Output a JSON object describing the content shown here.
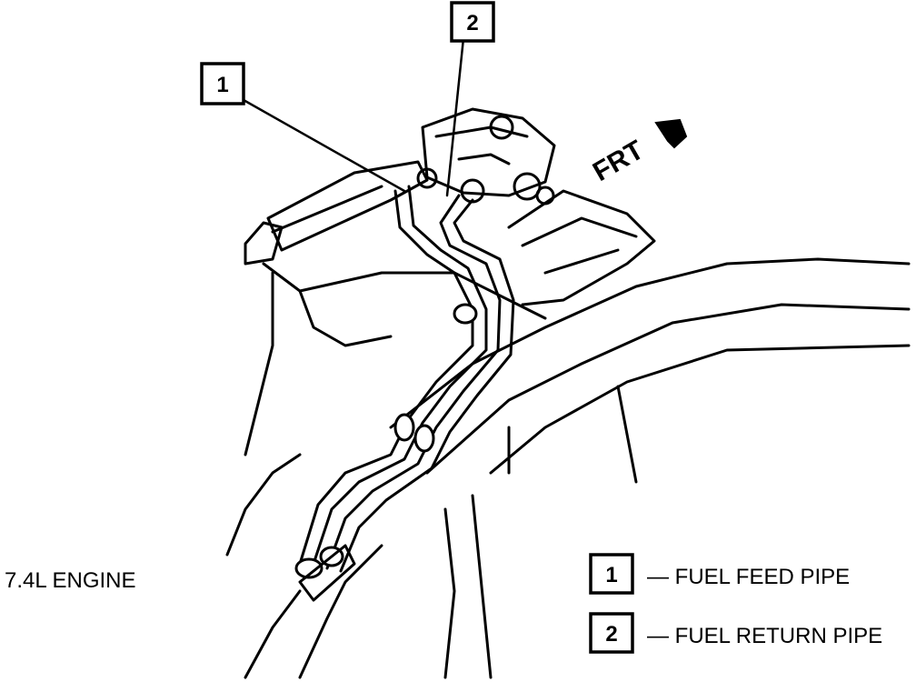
{
  "callouts": [
    {
      "number": "1"
    },
    {
      "number": "2"
    }
  ],
  "orientation_label": "FRT",
  "engine_label": "7.4L ENGINE",
  "legend": [
    {
      "number": "1",
      "text": "— FUEL FEED PIPE"
    },
    {
      "number": "2",
      "text": "— FUEL RETURN PIPE"
    }
  ],
  "colors": {
    "ink": "#000000",
    "paper": "#ffffff"
  }
}
